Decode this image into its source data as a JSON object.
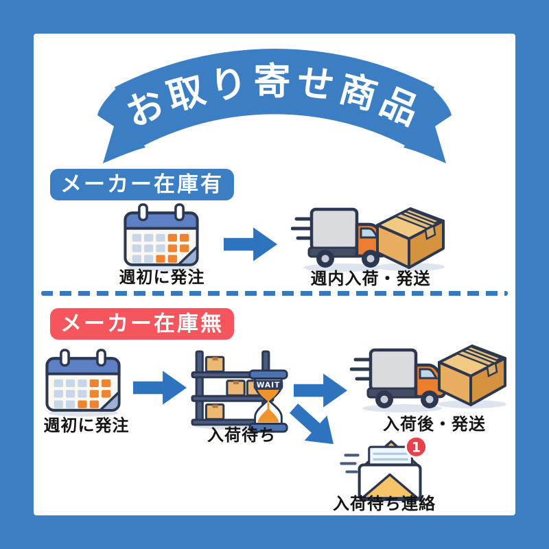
{
  "banner": {
    "title": "お取り寄せ商品"
  },
  "section_in_stock": {
    "label": "メーカー在庫有",
    "step_order": "週初に発注",
    "step_ship": "週内入荷・発送"
  },
  "section_no_stock": {
    "label": "メーカー在庫無",
    "step_order": "週初に発注",
    "step_wait": "入荷待ち",
    "step_ship": "入荷後・発送",
    "step_notice": "入荷待ち連絡"
  },
  "icons": {
    "hourglass_wait_text": "WAIT",
    "mail_badge_count": "1"
  },
  "colors": {
    "frame_blue": "#3b7ec4",
    "arrow_blue": "#2d73bd",
    "stock_red": "#f5555c",
    "outline_navy": "#2c3750",
    "accent_orange": "#f0832e"
  }
}
